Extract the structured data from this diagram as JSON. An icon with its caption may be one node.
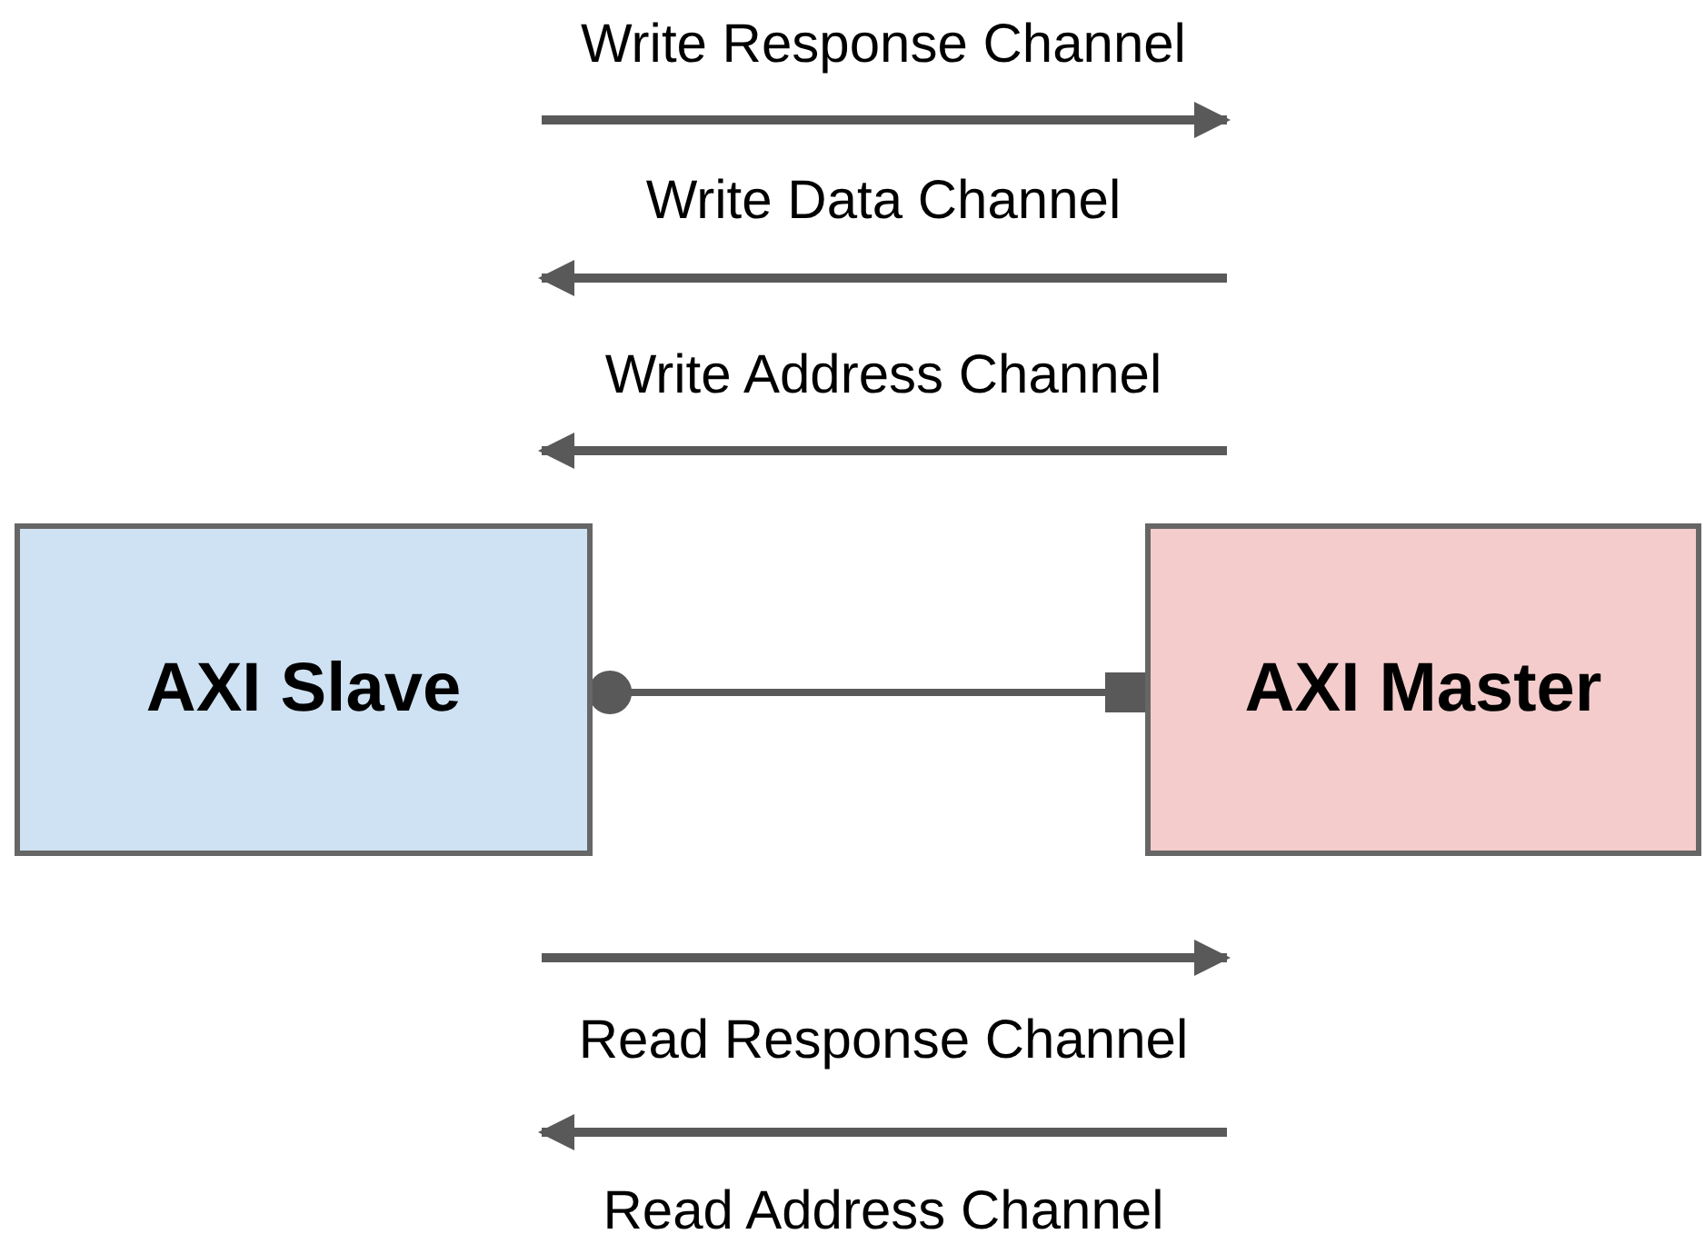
{
  "diagram": {
    "nodes": [
      {
        "text": [
          "AXI Slave"
        ]
      },
      {
        "text": [
          "AXI Master"
        ]
      }
    ],
    "edges": [
      {
        "from": 1,
        "to": 0,
        "arrow": "other"
      }
    ],
    "labels": [
      "Write Response Channel",
      "Write Data Channel",
      "Write Address Channel",
      "Read Response Channel",
      "Read Address Channel"
    ]
  }
}
